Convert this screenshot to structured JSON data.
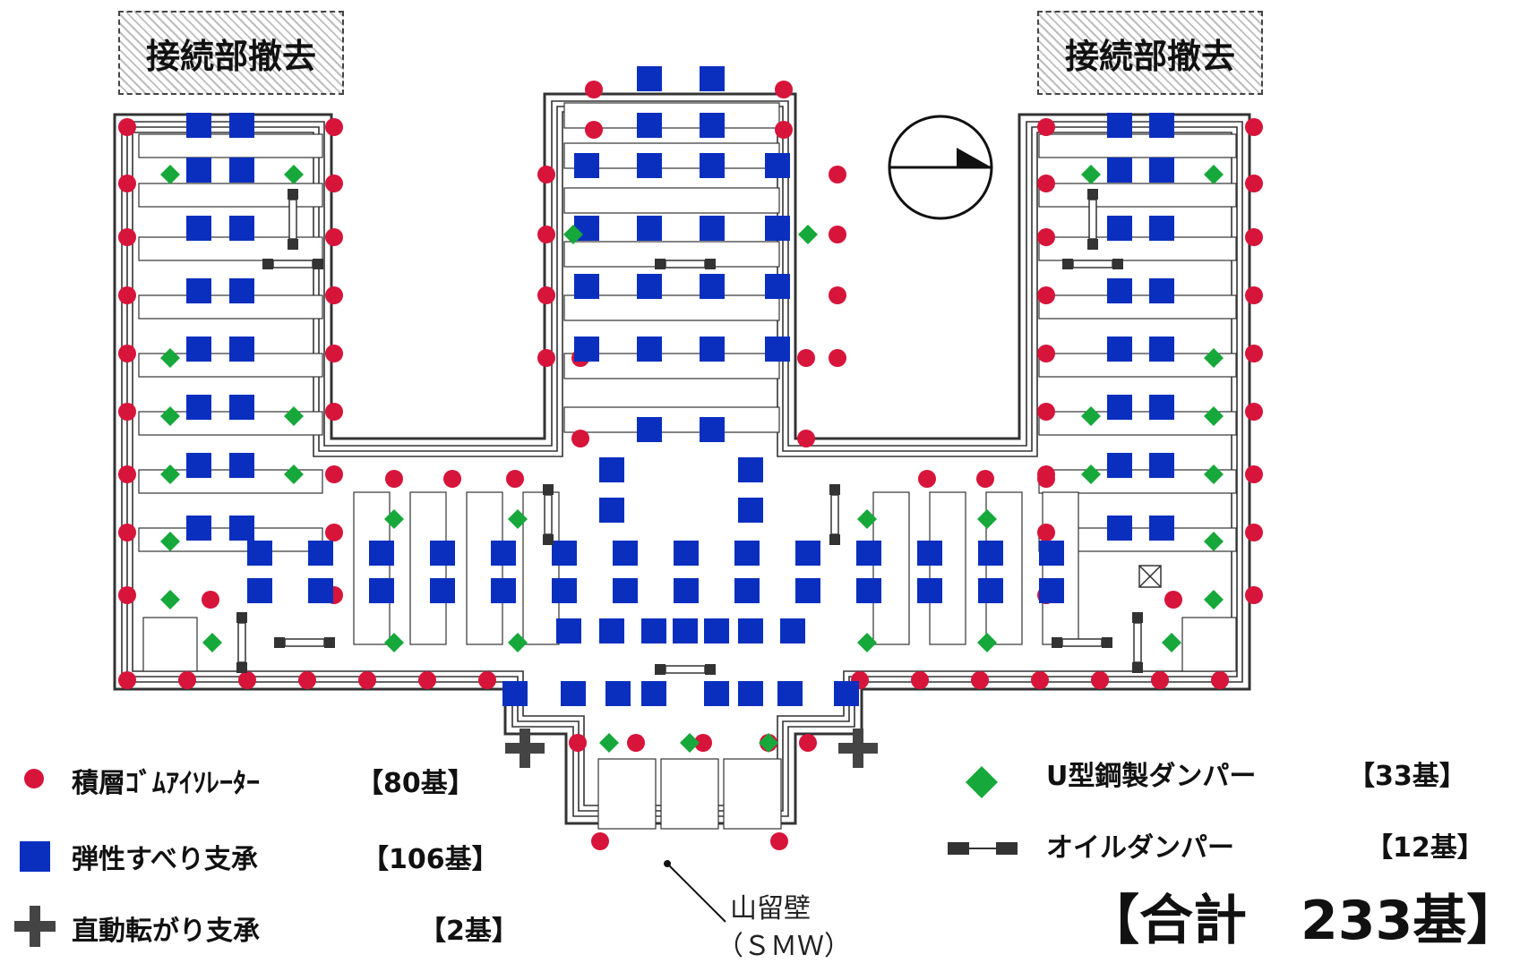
{
  "labels": {
    "removal_left": "接続部撤去",
    "removal_right": "接続部撤去",
    "retaining_wall_line1": "山留壁",
    "retaining_wall_line2": "（ＳＭＷ）"
  },
  "legend": [
    {
      "key": "rubber",
      "label": "積層ｺﾞﾑｱｲｿﾚｰﾀｰ",
      "count": "【80基】",
      "color": "#d7143a"
    },
    {
      "key": "slide",
      "label": "弾性すべり支承",
      "count": "【106基】",
      "color": "#0a2fbf"
    },
    {
      "key": "rolling",
      "label": "直動転がり支承",
      "count": "【2基】",
      "color": "#444444"
    },
    {
      "key": "steel",
      "label": "U型鋼製ダンパー",
      "count": "【33基】",
      "color": "#16a83a"
    },
    {
      "key": "oil",
      "label": "オイルダンパー",
      "count": "【12基】",
      "color": "#333333"
    }
  ],
  "total": "【合計　233基】",
  "icons": {
    "north_arrow": "north-arrow-icon",
    "rubber_isolator": "red-circle",
    "elastic_slide": "blue-square",
    "steel_damper": "green-diamond",
    "oil_damper": "damper-bar",
    "rolling_bearing": "plus-cross"
  }
}
